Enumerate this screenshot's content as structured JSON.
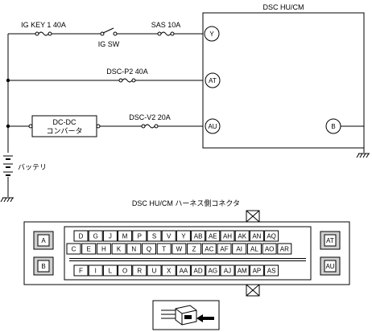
{
  "module": {
    "title": "DSC HU/CM"
  },
  "terminals": {
    "y": "Y",
    "at": "AT",
    "au": "AU",
    "b": "B"
  },
  "fuses": {
    "ig_key": "IG KEY 1 40A",
    "sas": "SAS 10A",
    "dsc_p2": "DSC-P2 40A",
    "dsc_v2": "DSC-V2 20A"
  },
  "switch": {
    "label": "IG SW"
  },
  "converter": {
    "line1": "DC-DC",
    "line2": "コンバータ"
  },
  "battery": {
    "label": "バッテリ"
  },
  "connector": {
    "title": "DSC HU/CM ハーネス側コネクタ",
    "side_left": [
      "A",
      "B"
    ],
    "side_right": [
      "AT",
      "AU"
    ],
    "row1": [
      "D",
      "G",
      "J",
      "M",
      "P",
      "S",
      "V",
      "Y",
      "AB",
      "AE",
      "AH",
      "AK",
      "AN",
      "AQ"
    ],
    "row2": [
      "C",
      "E",
      "H",
      "K",
      "N",
      "Q",
      "T",
      "W",
      "Z",
      "AC",
      "AF",
      "AI",
      "AL",
      "AO",
      "AR"
    ],
    "row3": [
      "F",
      "I",
      "L",
      "O",
      "R",
      "U",
      "X",
      "AA",
      "AD",
      "AG",
      "AJ",
      "AM",
      "AP",
      "AS"
    ]
  }
}
